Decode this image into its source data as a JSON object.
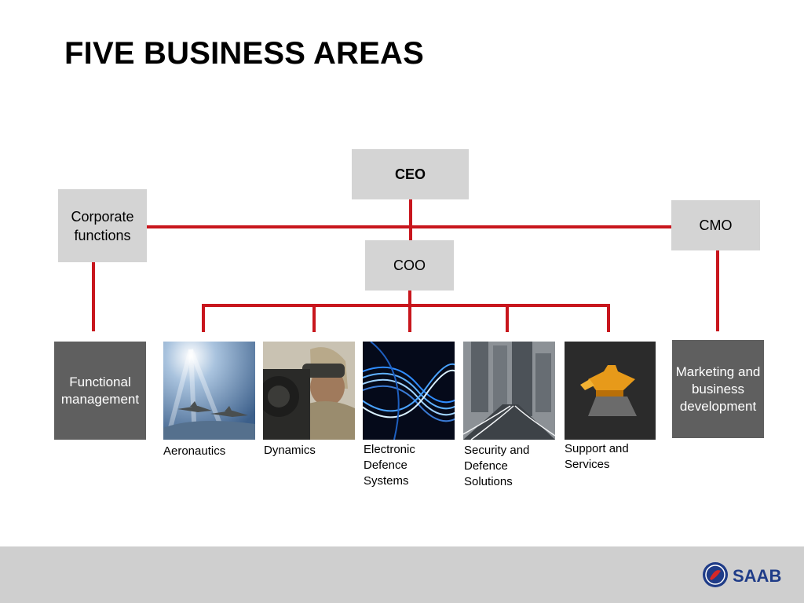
{
  "title": "FIVE BUSINESS AREAS",
  "org": {
    "ceo": "CEO",
    "coo": "COO",
    "corporate": "Corporate functions",
    "cmo": "CMO",
    "functional": "Functional management",
    "marketing": "Marketing and business development"
  },
  "areas": [
    {
      "label": "Aeronautics",
      "image": "fighter-jets-photo"
    },
    {
      "label": "Dynamics",
      "image": "soldier-with-launcher-photo"
    },
    {
      "label": "Electronic Defence Systems",
      "image": "fiber-optic-waves-photo"
    },
    {
      "label": "Security and Defence Solutions",
      "image": "city-highway-photo"
    },
    {
      "label": "Support and Services",
      "image": "puzzle-pieces-photo"
    }
  ],
  "logo": {
    "text": "SAAB"
  },
  "colors": {
    "connector": "#c8161d",
    "box_light": "#d4d4d4",
    "box_dark": "#5f5f5f",
    "footer": "#cfcfcf",
    "logo": "#1f3c88"
  }
}
